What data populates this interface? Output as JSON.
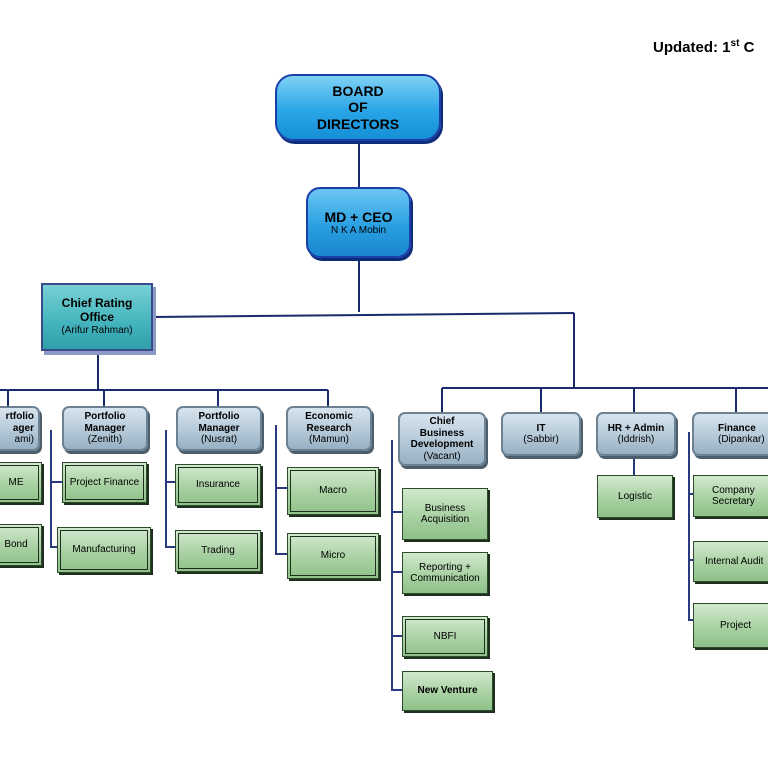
{
  "updated": {
    "label": "Updated: 1",
    "sup": "st",
    "tail": "C"
  },
  "board": {
    "line1": "BOARD",
    "line2": "OF",
    "line3": "DIRECTORS"
  },
  "ceo": {
    "title": "MD + CEO",
    "name": "N K A Mobin"
  },
  "cro": {
    "title": "Chief Rating Office",
    "name": "(Arifur Rahman)"
  },
  "managers": [
    {
      "id": "pm-kami",
      "title": "rtfolio\nager",
      "name": "ami)"
    },
    {
      "id": "pm-zenith",
      "title": "Portfolio\nManager",
      "name": "(Zenith)"
    },
    {
      "id": "pm-nusrat",
      "title": "Portfolio\nManager",
      "name": "(Nusrat)"
    },
    {
      "id": "econ",
      "title": "Economic\nResearch",
      "name": "(Mamun)"
    },
    {
      "id": "cbd",
      "title": "Chief\nBusiness\nDevelopment",
      "name": "(Vacant)"
    },
    {
      "id": "it",
      "title": "IT",
      "name": "(Sabbir)"
    },
    {
      "id": "hr",
      "title": "HR + Admin",
      "name": "(Iddrish)"
    },
    {
      "id": "finance",
      "title": "Finance",
      "name": "(Dipankar)"
    }
  ],
  "leaves": [
    {
      "id": "sme",
      "label": "ME"
    },
    {
      "id": "bond",
      "label": "Bond"
    },
    {
      "id": "project-finance",
      "label": "Project Finance"
    },
    {
      "id": "manufacturing",
      "label": "Manufacturing"
    },
    {
      "id": "insurance",
      "label": "Insurance"
    },
    {
      "id": "trading",
      "label": "Trading"
    },
    {
      "id": "macro",
      "label": "Macro"
    },
    {
      "id": "micro",
      "label": "Micro"
    },
    {
      "id": "business-acquisition",
      "label": "Business\nAcquisition"
    },
    {
      "id": "reporting",
      "label": "Reporting +\nCommunication"
    },
    {
      "id": "nbfi",
      "label": "NBFI"
    },
    {
      "id": "new-venture",
      "label": "New Venture"
    },
    {
      "id": "logistic",
      "label": "Logistic"
    },
    {
      "id": "company-secretary",
      "label": "Company\nSecretary"
    },
    {
      "id": "internal-audit",
      "label": "Internal Audit"
    },
    {
      "id": "project",
      "label": "Project"
    }
  ],
  "colors": {
    "connector": "#1a2a6c",
    "leaf_connector": "#2a3a80"
  }
}
